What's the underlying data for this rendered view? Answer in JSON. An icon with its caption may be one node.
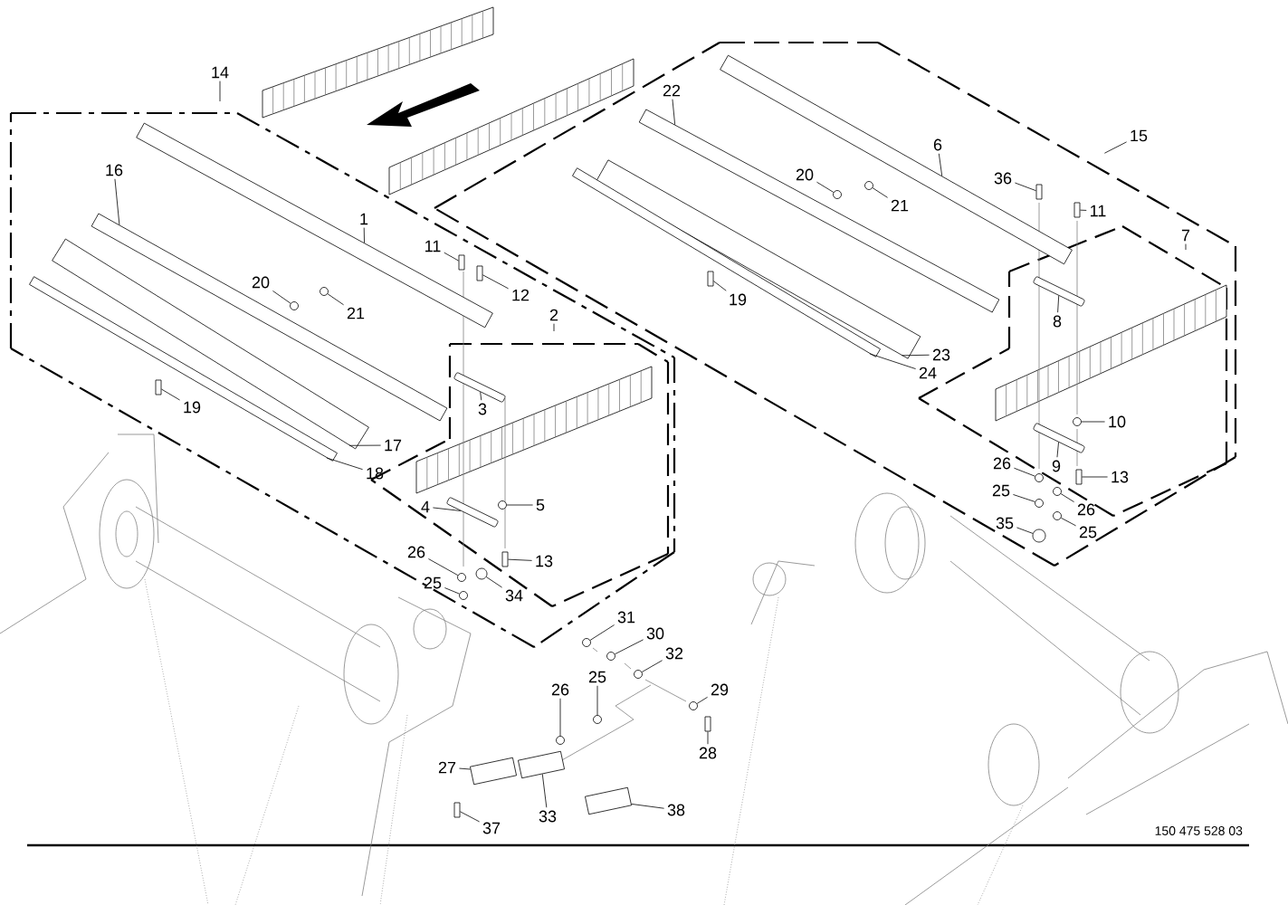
{
  "diagram": {
    "nodes": [
      {
        "text": [
          "14"
        ]
      },
      {
        "text": [
          "1"
        ]
      },
      {
        "text": [
          "16"
        ]
      },
      {
        "text": [
          "20"
        ]
      },
      {
        "text": [
          "21"
        ]
      },
      {
        "text": [
          "19"
        ]
      },
      {
        "text": [
          "17"
        ]
      },
      {
        "text": [
          "18"
        ]
      },
      {
        "text": [
          "11"
        ]
      },
      {
        "text": [
          "12"
        ]
      },
      {
        "text": [
          "2"
        ]
      },
      {
        "text": [
          "3"
        ]
      },
      {
        "text": [
          "4"
        ]
      },
      {
        "text": [
          "5"
        ]
      },
      {
        "text": [
          "13"
        ]
      },
      {
        "text": [
          "26"
        ]
      },
      {
        "text": [
          "25"
        ]
      },
      {
        "text": [
          "34"
        ]
      },
      {
        "text": [
          "22"
        ]
      },
      {
        "text": [
          "20"
        ]
      },
      {
        "text": [
          "21"
        ]
      },
      {
        "text": [
          "6"
        ]
      },
      {
        "text": [
          "19"
        ]
      },
      {
        "text": [
          "23"
        ]
      },
      {
        "text": [
          "24"
        ]
      },
      {
        "text": [
          "15"
        ]
      },
      {
        "text": [
          "36"
        ]
      },
      {
        "text": [
          "11"
        ]
      },
      {
        "text": [
          "7"
        ]
      },
      {
        "text": [
          "8"
        ]
      },
      {
        "text": [
          "10"
        ]
      },
      {
        "text": [
          "26"
        ]
      },
      {
        "text": [
          "9"
        ]
      },
      {
        "text": [
          "13"
        ]
      },
      {
        "text": [
          "25"
        ]
      },
      {
        "text": [
          "26"
        ]
      },
      {
        "text": [
          "35"
        ]
      },
      {
        "text": [
          "25"
        ]
      },
      {
        "text": [
          "31"
        ]
      },
      {
        "text": [
          "30"
        ]
      },
      {
        "text": [
          "32"
        ]
      },
      {
        "text": [
          "26"
        ]
      },
      {
        "text": [
          "25"
        ]
      },
      {
        "text": [
          "29"
        ]
      },
      {
        "text": [
          "28"
        ]
      },
      {
        "text": [
          "27"
        ]
      },
      {
        "text": [
          "33"
        ]
      },
      {
        "text": [
          "37"
        ]
      },
      {
        "text": [
          "38"
        ]
      },
      {
        "text": [],
        "shape": "bar"
      },
      {
        "text": [],
        "shape": "bar"
      },
      {
        "text": [],
        "shape": "circle"
      },
      {
        "text": [],
        "shape": "circle"
      },
      {
        "text": [],
        "shape": "bolt"
      },
      {
        "text": [],
        "shape": "bar"
      },
      {
        "text": [],
        "shape": "bar"
      },
      {
        "text": [],
        "shape": "bolt"
      },
      {
        "text": [],
        "shape": "bolt"
      },
      {
        "text": [],
        "shape": "bar"
      },
      {
        "text": [],
        "shape": "bar"
      },
      {
        "text": [],
        "shape": "circle"
      },
      {
        "text": [],
        "shape": "bolt"
      },
      {
        "text": [],
        "shape": "circle"
      },
      {
        "text": [],
        "shape": "circle"
      },
      {
        "text": [],
        "shape": "circle"
      },
      {
        "text": [],
        "shape": "bar"
      },
      {
        "text": [],
        "shape": "circle"
      },
      {
        "text": [],
        "shape": "circle"
      },
      {
        "text": [],
        "shape": "bar"
      },
      {
        "text": [],
        "shape": "bolt"
      },
      {
        "text": [],
        "shape": "bar"
      },
      {
        "text": [],
        "shape": "bar"
      },
      {
        "text": [],
        "shape": "bolt"
      },
      {
        "text": [],
        "shape": "bolt"
      },
      {
        "text": [],
        "shape": "bar"
      },
      {
        "text": [],
        "shape": "circle"
      },
      {
        "text": [],
        "shape": "circle"
      },
      {
        "text": [],
        "shape": "bar"
      },
      {
        "text": [],
        "shape": "bolt"
      },
      {
        "text": [],
        "shape": "circle"
      },
      {
        "text": [],
        "shape": "circle"
      },
      {
        "text": [],
        "shape": "circle"
      },
      {
        "text": [],
        "shape": "circle"
      },
      {
        "text": [],
        "shape": "circle"
      },
      {
        "text": [],
        "shape": "circle"
      },
      {
        "text": [],
        "shape": "circle"
      },
      {
        "text": [],
        "shape": "circle"
      },
      {
        "text": [],
        "shape": "circle"
      },
      {
        "text": [],
        "shape": "circle"
      },
      {
        "text": [],
        "shape": "bolt"
      },
      {
        "text": [],
        "shape": "bracket"
      },
      {
        "text": [],
        "shape": "bracket"
      },
      {
        "text": [],
        "shape": "bolt"
      },
      {
        "text": [],
        "shape": "bracket"
      }
    ],
    "edges": [
      {
        "from": 0,
        "to": null,
        "arrow": "none"
      },
      {
        "from": 1,
        "to": 49,
        "arrow": "none"
      },
      {
        "from": 2,
        "to": 50,
        "arrow": "none"
      },
      {
        "from": 3,
        "to": 51,
        "arrow": "none"
      },
      {
        "from": 4,
        "to": 52,
        "arrow": "none"
      },
      {
        "from": 5,
        "to": 53,
        "arrow": "none"
      },
      {
        "from": 6,
        "to": 54,
        "arrow": "none"
      },
      {
        "from": 7,
        "to": 55,
        "arrow": "none"
      },
      {
        "from": 8,
        "to": 56,
        "arrow": "none"
      },
      {
        "from": 9,
        "to": 57,
        "arrow": "none"
      },
      {
        "from": 10,
        "to": null,
        "arrow": "none"
      },
      {
        "from": 11,
        "to": 58,
        "arrow": "none"
      },
      {
        "from": 12,
        "to": 59,
        "arrow": "none"
      },
      {
        "from": 13,
        "to": 60,
        "arrow": "none"
      },
      {
        "from": 14,
        "to": 61,
        "arrow": "none"
      },
      {
        "from": 15,
        "to": 62,
        "arrow": "none"
      },
      {
        "from": 16,
        "to": 63,
        "arrow": "none"
      },
      {
        "from": 17,
        "to": 64,
        "arrow": "none"
      },
      {
        "from": 18,
        "to": 65,
        "arrow": "none"
      },
      {
        "from": 19,
        "to": 66,
        "arrow": "none"
      },
      {
        "from": 20,
        "to": 67,
        "arrow": "none"
      },
      {
        "from": 21,
        "to": 68,
        "arrow": "none"
      },
      {
        "from": 22,
        "to": 69,
        "arrow": "none"
      },
      {
        "from": 23,
        "to": 70,
        "arrow": "none"
      },
      {
        "from": 24,
        "to": 71,
        "arrow": "none"
      },
      {
        "from": 25,
        "to": null,
        "arrow": "none"
      },
      {
        "from": 26,
        "to": 72,
        "arrow": "none"
      },
      {
        "from": 27,
        "to": 73,
        "arrow": "none"
      },
      {
        "from": 28,
        "to": null,
        "arrow": "none"
      },
      {
        "from": 29,
        "to": 74,
        "arrow": "none"
      },
      {
        "from": 30,
        "to": 75,
        "arrow": "none"
      },
      {
        "from": 31,
        "to": 76,
        "arrow": "none"
      },
      {
        "from": 32,
        "to": 77,
        "arrow": "none"
      },
      {
        "from": 33,
        "to": 78,
        "arrow": "none"
      },
      {
        "from": 34,
        "to": 79,
        "arrow": "none"
      },
      {
        "from": 35,
        "to": 80,
        "arrow": "none"
      },
      {
        "from": 36,
        "to": 81,
        "arrow": "none"
      },
      {
        "from": 37,
        "to": 82,
        "arrow": "none"
      },
      {
        "from": 38,
        "to": 83,
        "arrow": "none"
      },
      {
        "from": 39,
        "to": 84,
        "arrow": "none"
      },
      {
        "from": 40,
        "to": 85,
        "arrow": "none"
      },
      {
        "from": 41,
        "to": 86,
        "arrow": "none"
      },
      {
        "from": 42,
        "to": 87,
        "arrow": "none"
      },
      {
        "from": 43,
        "to": 88,
        "arrow": "none"
      },
      {
        "from": 44,
        "to": 89,
        "arrow": "none"
      },
      {
        "from": 45,
        "to": 90,
        "arrow": "none"
      },
      {
        "from": 46,
        "to": 91,
        "arrow": "none"
      },
      {
        "from": 47,
        "to": 92,
        "arrow": "none"
      },
      {
        "from": 48,
        "to": 93,
        "arrow": "none"
      }
    ],
    "labels": [
      "150 475 528 03"
    ]
  }
}
